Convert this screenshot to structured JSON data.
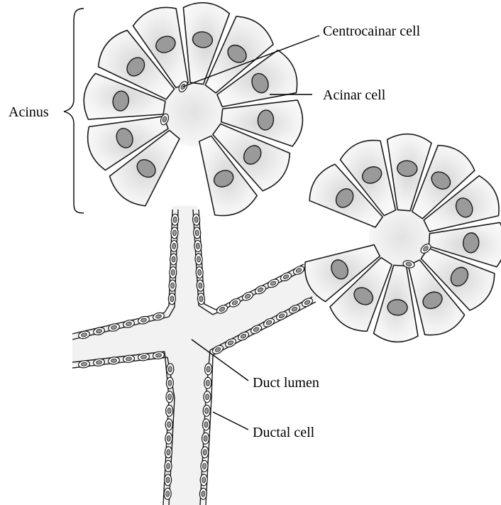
{
  "labels": {
    "acinus": "Acinus",
    "centroacinar_cell": "Centrocainar cell",
    "acinar_cell": "Acinar cell",
    "duct_lumen": "Duct lumen",
    "ductal_cell": "Ductal cell"
  },
  "colors": {
    "outline": "#1a1a1a",
    "cell_fill": "#ececec",
    "nucleus_fill": "#9a9a9a",
    "lumen_fill": "#f4f4f4"
  }
}
